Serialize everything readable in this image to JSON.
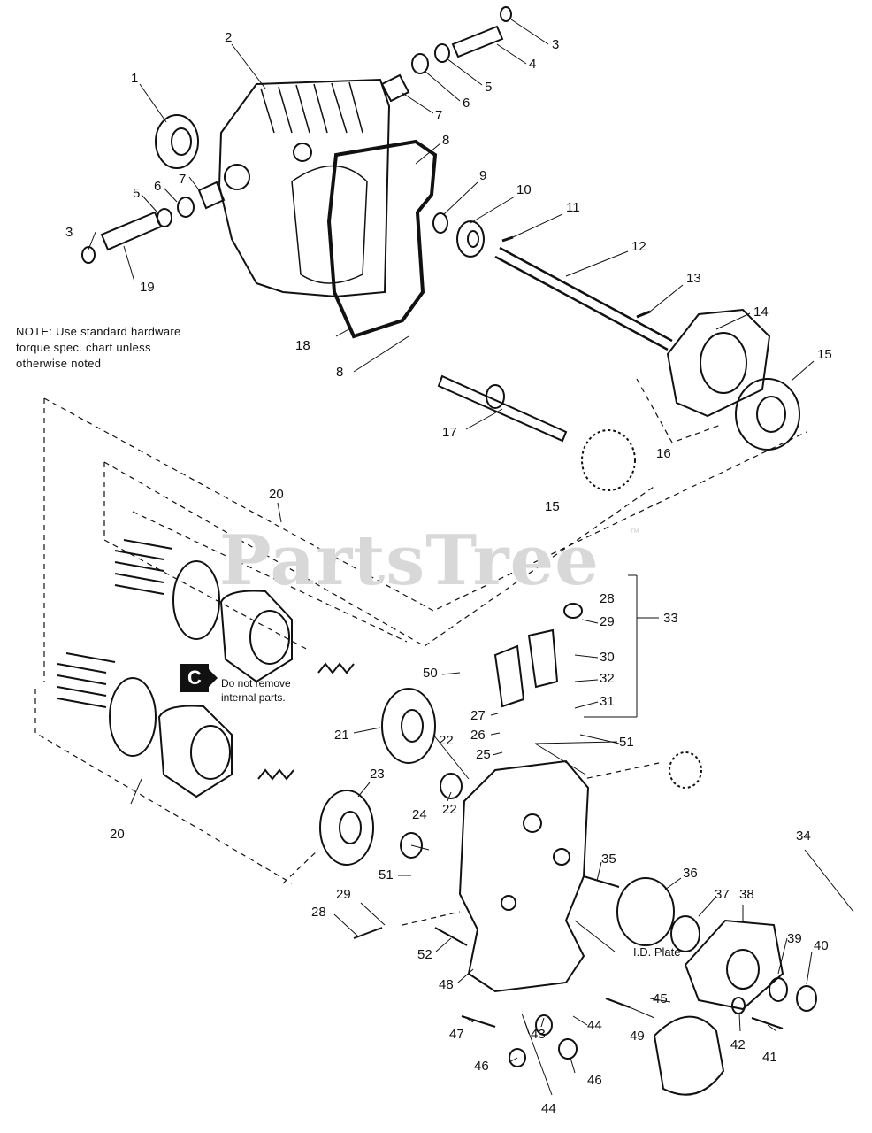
{
  "note": "NOTE: Use standard hardware\ntorque spec. chart unless\notherwise noted",
  "watermark": "PartsTree",
  "watermark_tm": "™",
  "badge": {
    "letter": "C",
    "text": "Do not remove\ninternal parts."
  },
  "id_plate_label": "I.D. Plate",
  "callouts": {
    "c1": "1",
    "c2": "2",
    "c3a": "3",
    "c3b": "3",
    "c4": "4",
    "c5a": "5",
    "c5b": "5",
    "c6a": "6",
    "c6b": "6",
    "c7a": "7",
    "c7b": "7",
    "c8a": "8",
    "c8b": "8",
    "c9": "9",
    "c10": "10",
    "c11": "11",
    "c12": "12",
    "c13": "13",
    "c14": "14",
    "c15a": "15",
    "c15b": "15",
    "c16": "16",
    "c17": "17",
    "c18": "18",
    "c19": "19",
    "c20a": "20",
    "c20b": "20",
    "c21": "21",
    "c22a": "22",
    "c22b": "22",
    "c23": "23",
    "c24": "24",
    "c25": "25",
    "c26": "26",
    "c27": "27",
    "c28a": "28",
    "c28b": "28",
    "c29a": "29",
    "c29b": "29",
    "c30": "30",
    "c31": "31",
    "c32": "32",
    "c33": "33",
    "c34": "34",
    "c35": "35",
    "c36": "36",
    "c37": "37",
    "c38": "38",
    "c39": "39",
    "c40": "40",
    "c41": "41",
    "c42": "42",
    "c43": "43",
    "c44a": "44",
    "c44b": "44",
    "c45": "45",
    "c46a": "46",
    "c46b": "46",
    "c47": "47",
    "c48": "48",
    "c49": "49",
    "c50": "50",
    "c51a": "51",
    "c51b": "51",
    "c52": "52"
  }
}
